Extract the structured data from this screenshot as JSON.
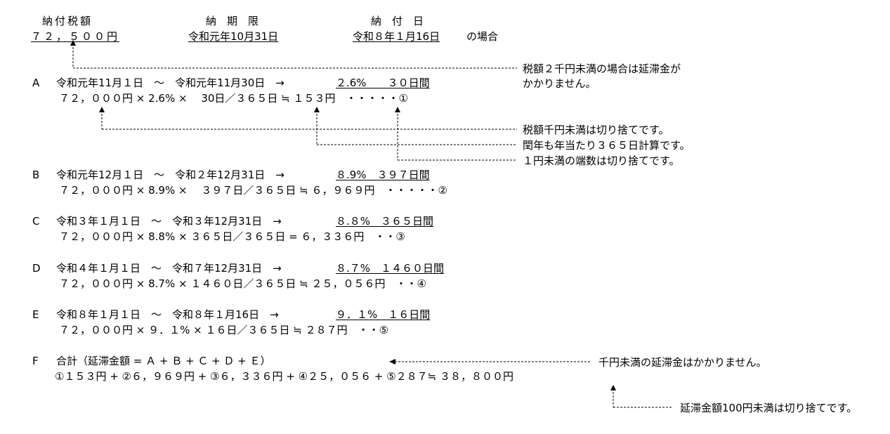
{
  "header": {
    "tax_label": "納付税額",
    "tax_value": "７２，５００円",
    "deadline_label": "納　期　限",
    "deadline_value": "令和元年10月31日",
    "payday_label": "納　付　日",
    "payday_value": "令和８年１月16日",
    "case_suffix": "の場合"
  },
  "sections": [
    {
      "letter": "A",
      "period": "令和元年11月１日　～　令和元年11月30日　→",
      "rate": "２.6%　　３０日間",
      "calc": "７２，０００円 × 2.6% ×　 30日／３６５日 ≒ １５３円　・・・・・①"
    },
    {
      "letter": "B",
      "period": "令和元年12月１日　～　令和２年12月31日　→",
      "rate": "８.9%　３９７日間",
      "calc": "７２，０００円 × 8.9% ×　 ３９７日／３６５日 ≒ ６，９６９円　・・・・・②"
    },
    {
      "letter": "C",
      "period": "令和３年１月１日　～　令和３年12月31日　→",
      "rate": "８.８%　３６５日間",
      "calc": "７２，０００円 × 8.8% × ３６５日／３６５日 = ６，３３６円　・・③"
    },
    {
      "letter": "D",
      "period": "令和４年１月１日　～　令和７年12月31日　→",
      "rate": "８.７%　１４６０日間",
      "calc": "７２，０００円 × 8.7% × １４６０日／３６５日 ≒ ２５，０５６円　・・④"
    },
    {
      "letter": "E",
      "period": "令和８年１月１日　～　令和８年１月16日　→",
      "rate": "９．１%　１６日間",
      "calc": "７２，０００円 × ９．１% × １６日／３６５日 ≒ ２８７円　・・⑤"
    },
    {
      "letter": "F",
      "period": "合計（延滞金額 = Ａ + Ｂ + Ｃ + Ｄ + Ｅ）",
      "rate": "",
      "calc": "①１５３円 + ②６，９６９円 + ③６，３３６円 + ④２５，０５６ + ⑤２８７≒ ３８，８００円"
    }
  ],
  "notes": {
    "tax_note_line1": "税額２千円未満の場合は延滞金が",
    "tax_note_line2": "かかりません。",
    "thousand_note": "税額千円未満は切り捨てです。",
    "leap_note": "閏年も年当たり３６５日計算です。",
    "yen_note": "１円未満の端数は切り捨てです。",
    "total_note": "千円未満の延滞金はかかりません。",
    "hundred_note": "延滞金額100円未満は切り捨てです。"
  }
}
